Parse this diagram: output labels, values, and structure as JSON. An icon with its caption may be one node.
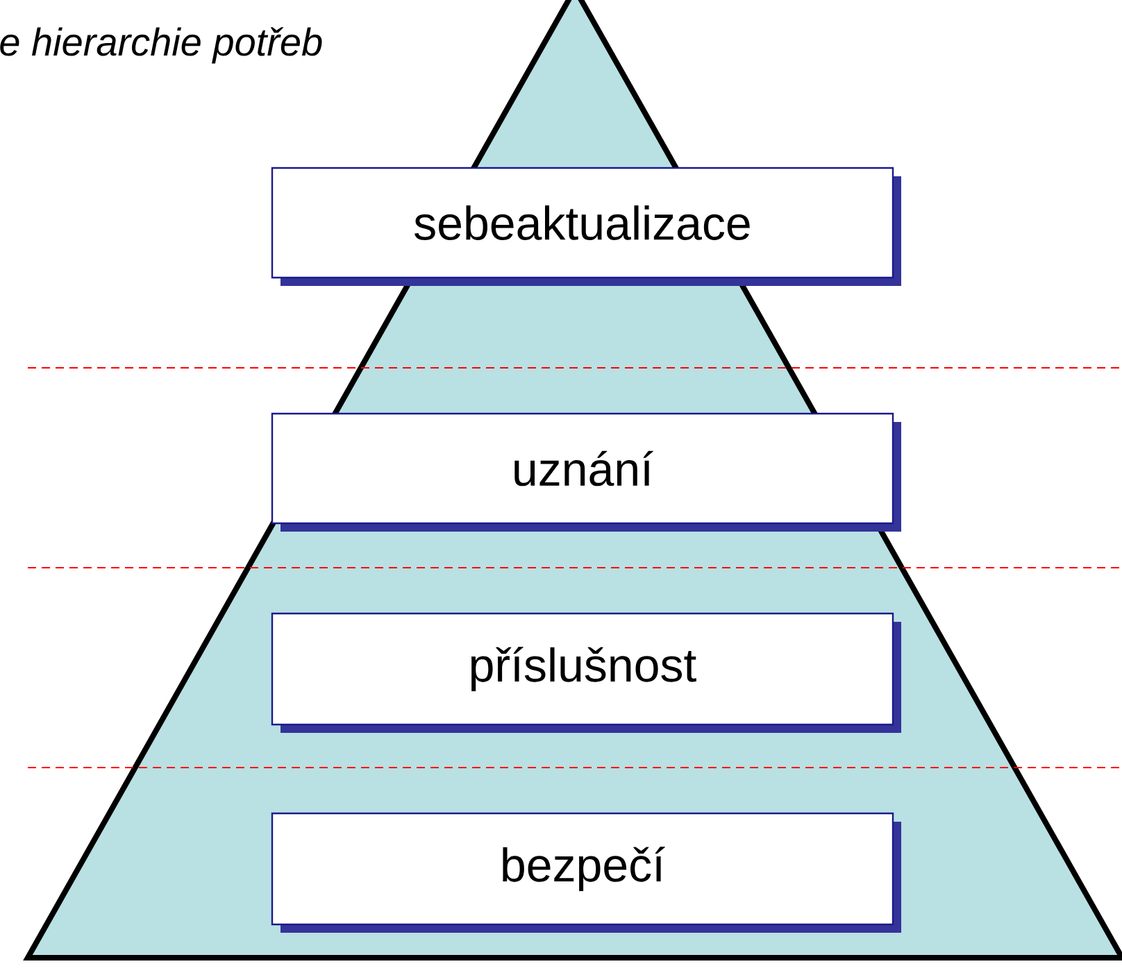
{
  "diagram": {
    "title": "e hierarchie potřeb",
    "nodes": [
      {
        "text": [
          "sebeaktualizace"
        ]
      },
      {
        "text": [
          "uznání"
        ]
      },
      {
        "text": [
          "příslušnost"
        ]
      },
      {
        "text": [
          "bezpečí"
        ]
      }
    ]
  }
}
